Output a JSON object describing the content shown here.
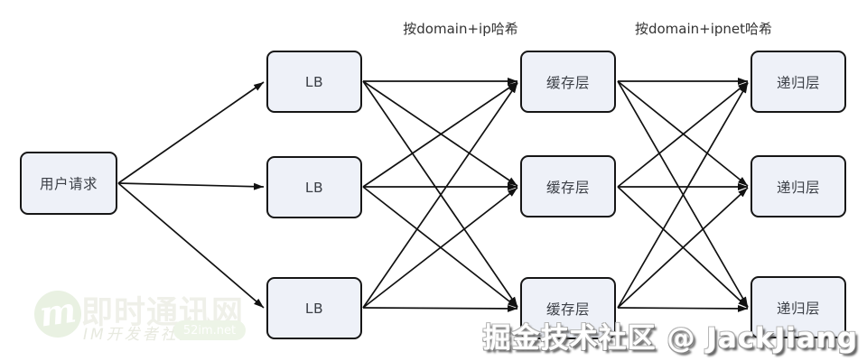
{
  "diagram": {
    "type": "flow-diagram",
    "direction": "left-to-right",
    "colors": {
      "background": "#ffffff",
      "node_fill": "#eef1f8",
      "node_border": "#161616",
      "arrow": "#111111",
      "label_text": "#333333",
      "logo_green": "#e9f1e2"
    },
    "hash_labels": {
      "lb_to_cache": "按domain+ip哈希",
      "cache_to_recursive": "按domain+ipnet哈希"
    },
    "nodes": {
      "user": {
        "label": "用户请求"
      },
      "lb": [
        {
          "label": "LB"
        },
        {
          "label": "LB"
        },
        {
          "label": "LB"
        }
      ],
      "cache": [
        {
          "label": "缓存层"
        },
        {
          "label": "缓存层"
        },
        {
          "label": "缓存层"
        }
      ],
      "recursive": [
        {
          "label": "递归层"
        },
        {
          "label": "递归层"
        },
        {
          "label": "递归层"
        }
      ]
    },
    "edges_summary": {
      "user_to_lb": "fan-out 1-to-3",
      "lb_to_cache": "full mesh 3x3",
      "cache_to_recursive": "full mesh 3x3"
    }
  },
  "watermarks": {
    "left": {
      "logo_letter": "m",
      "title": "即时通讯网",
      "subtitle": "IM开发者社区",
      "badge": "52im.net"
    },
    "right": {
      "text": "掘金技术社区 @ JackJiang"
    }
  }
}
